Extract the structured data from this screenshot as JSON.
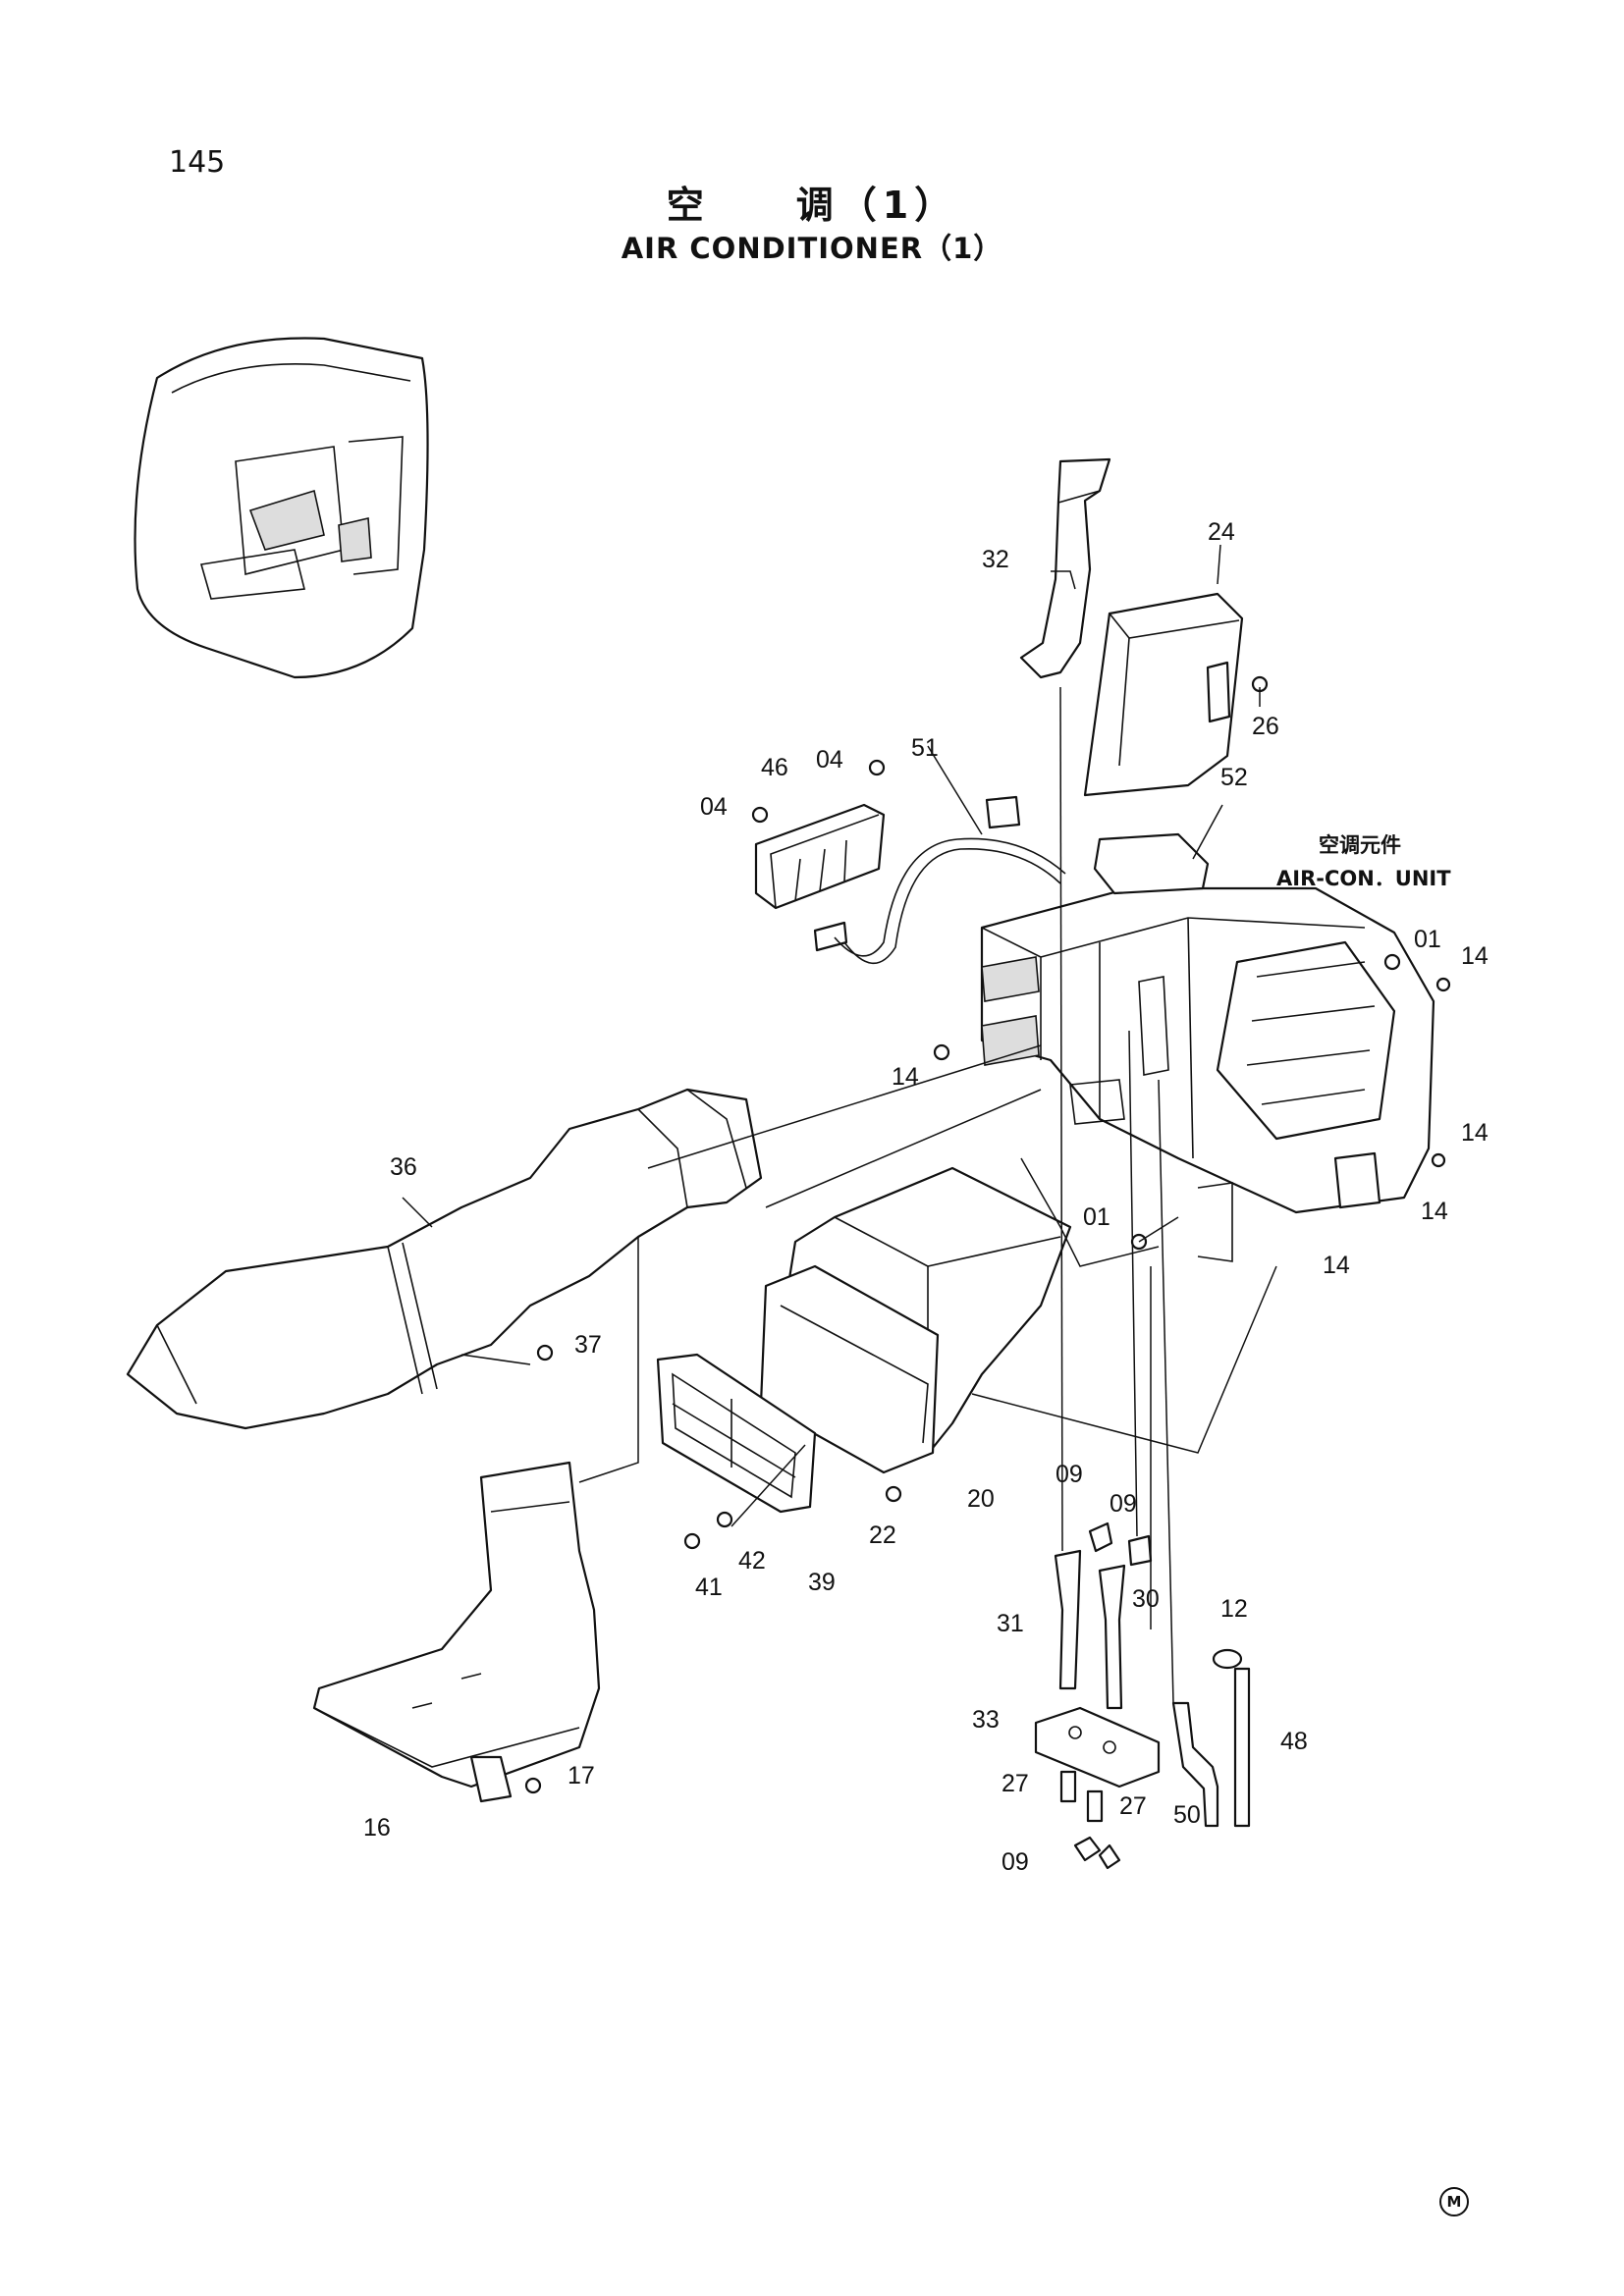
{
  "page_number": "145",
  "title_cn": "空　　调（1）",
  "title_en": "AIR  CONDITIONER（1）",
  "unit_label_cn": "空调元件",
  "unit_label_en": "AIR-CON．UNIT",
  "maker_mark": "M",
  "callouts": {
    "c32": "32",
    "c24": "24",
    "c26": "26",
    "c46": "46",
    "c04a": "04",
    "c04b": "04",
    "c51": "51",
    "c52": "52",
    "c01a": "01",
    "c14a": "14",
    "c14b": "14",
    "c14c": "14",
    "c14d": "14",
    "c14e": "14",
    "c01b": "01",
    "c36": "36",
    "c37": "37",
    "c20": "20",
    "c22": "22",
    "c39": "39",
    "c41": "41",
    "c42": "42",
    "c09a": "09",
    "c09b": "09",
    "c31": "31",
    "c30": "30",
    "c12": "12",
    "c33": "33",
    "c48": "48",
    "c27a": "27",
    "c27b": "27",
    "c50": "50",
    "c09c": "09",
    "c16": "16",
    "c17": "17"
  }
}
